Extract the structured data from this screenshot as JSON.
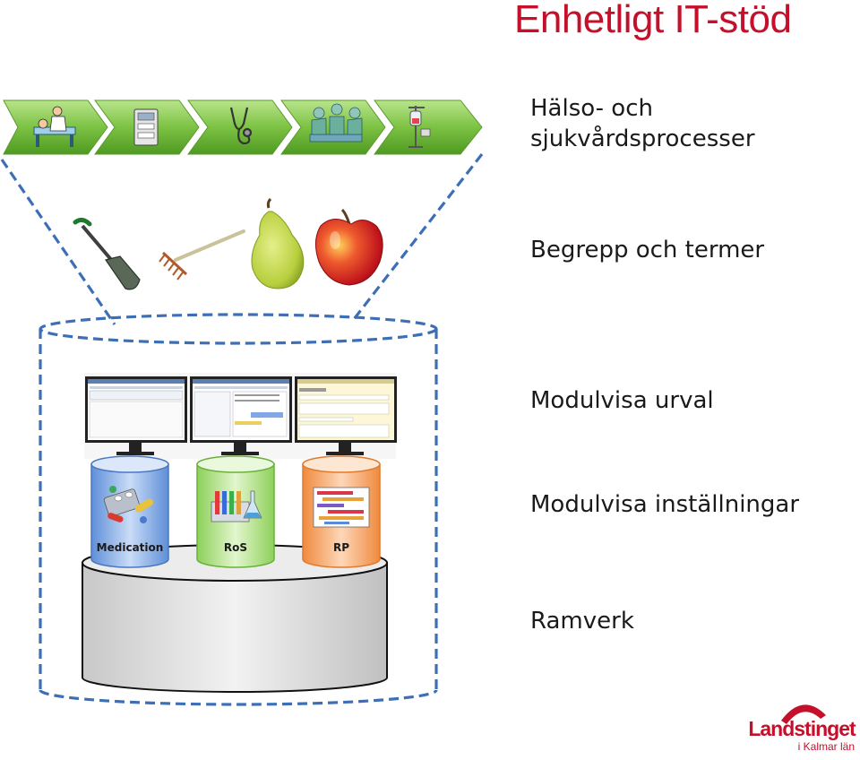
{
  "title": "Enhetligt IT-stöd",
  "layers": {
    "processes_line1": "Hälso- och",
    "processes_line2": "sjukvårdsprocesser",
    "concepts": "Begrepp och termer",
    "selection": "Modulvisa urval",
    "settings": "Modulvisa inställningar",
    "framework": "Ramverk"
  },
  "process_chain": {
    "steps": [
      "patient-care-icon",
      "medical-device-icon",
      "stethoscope-icon",
      "surgery-team-icon",
      "iv-drip-icon"
    ],
    "color": "#7cc243"
  },
  "concept_items": [
    "shovel-icon",
    "rake-icon",
    "pear-icon",
    "apple-icon"
  ],
  "modules": [
    {
      "label": "Medication",
      "color": "#7fa8e6"
    },
    {
      "label": "RoS",
      "color": "#b6e38a"
    },
    {
      "label": "RP",
      "color": "#f5a46a"
    }
  ],
  "logo": {
    "name": "Landstinget",
    "sub": "i Kalmar län",
    "color": "#c4102a"
  }
}
